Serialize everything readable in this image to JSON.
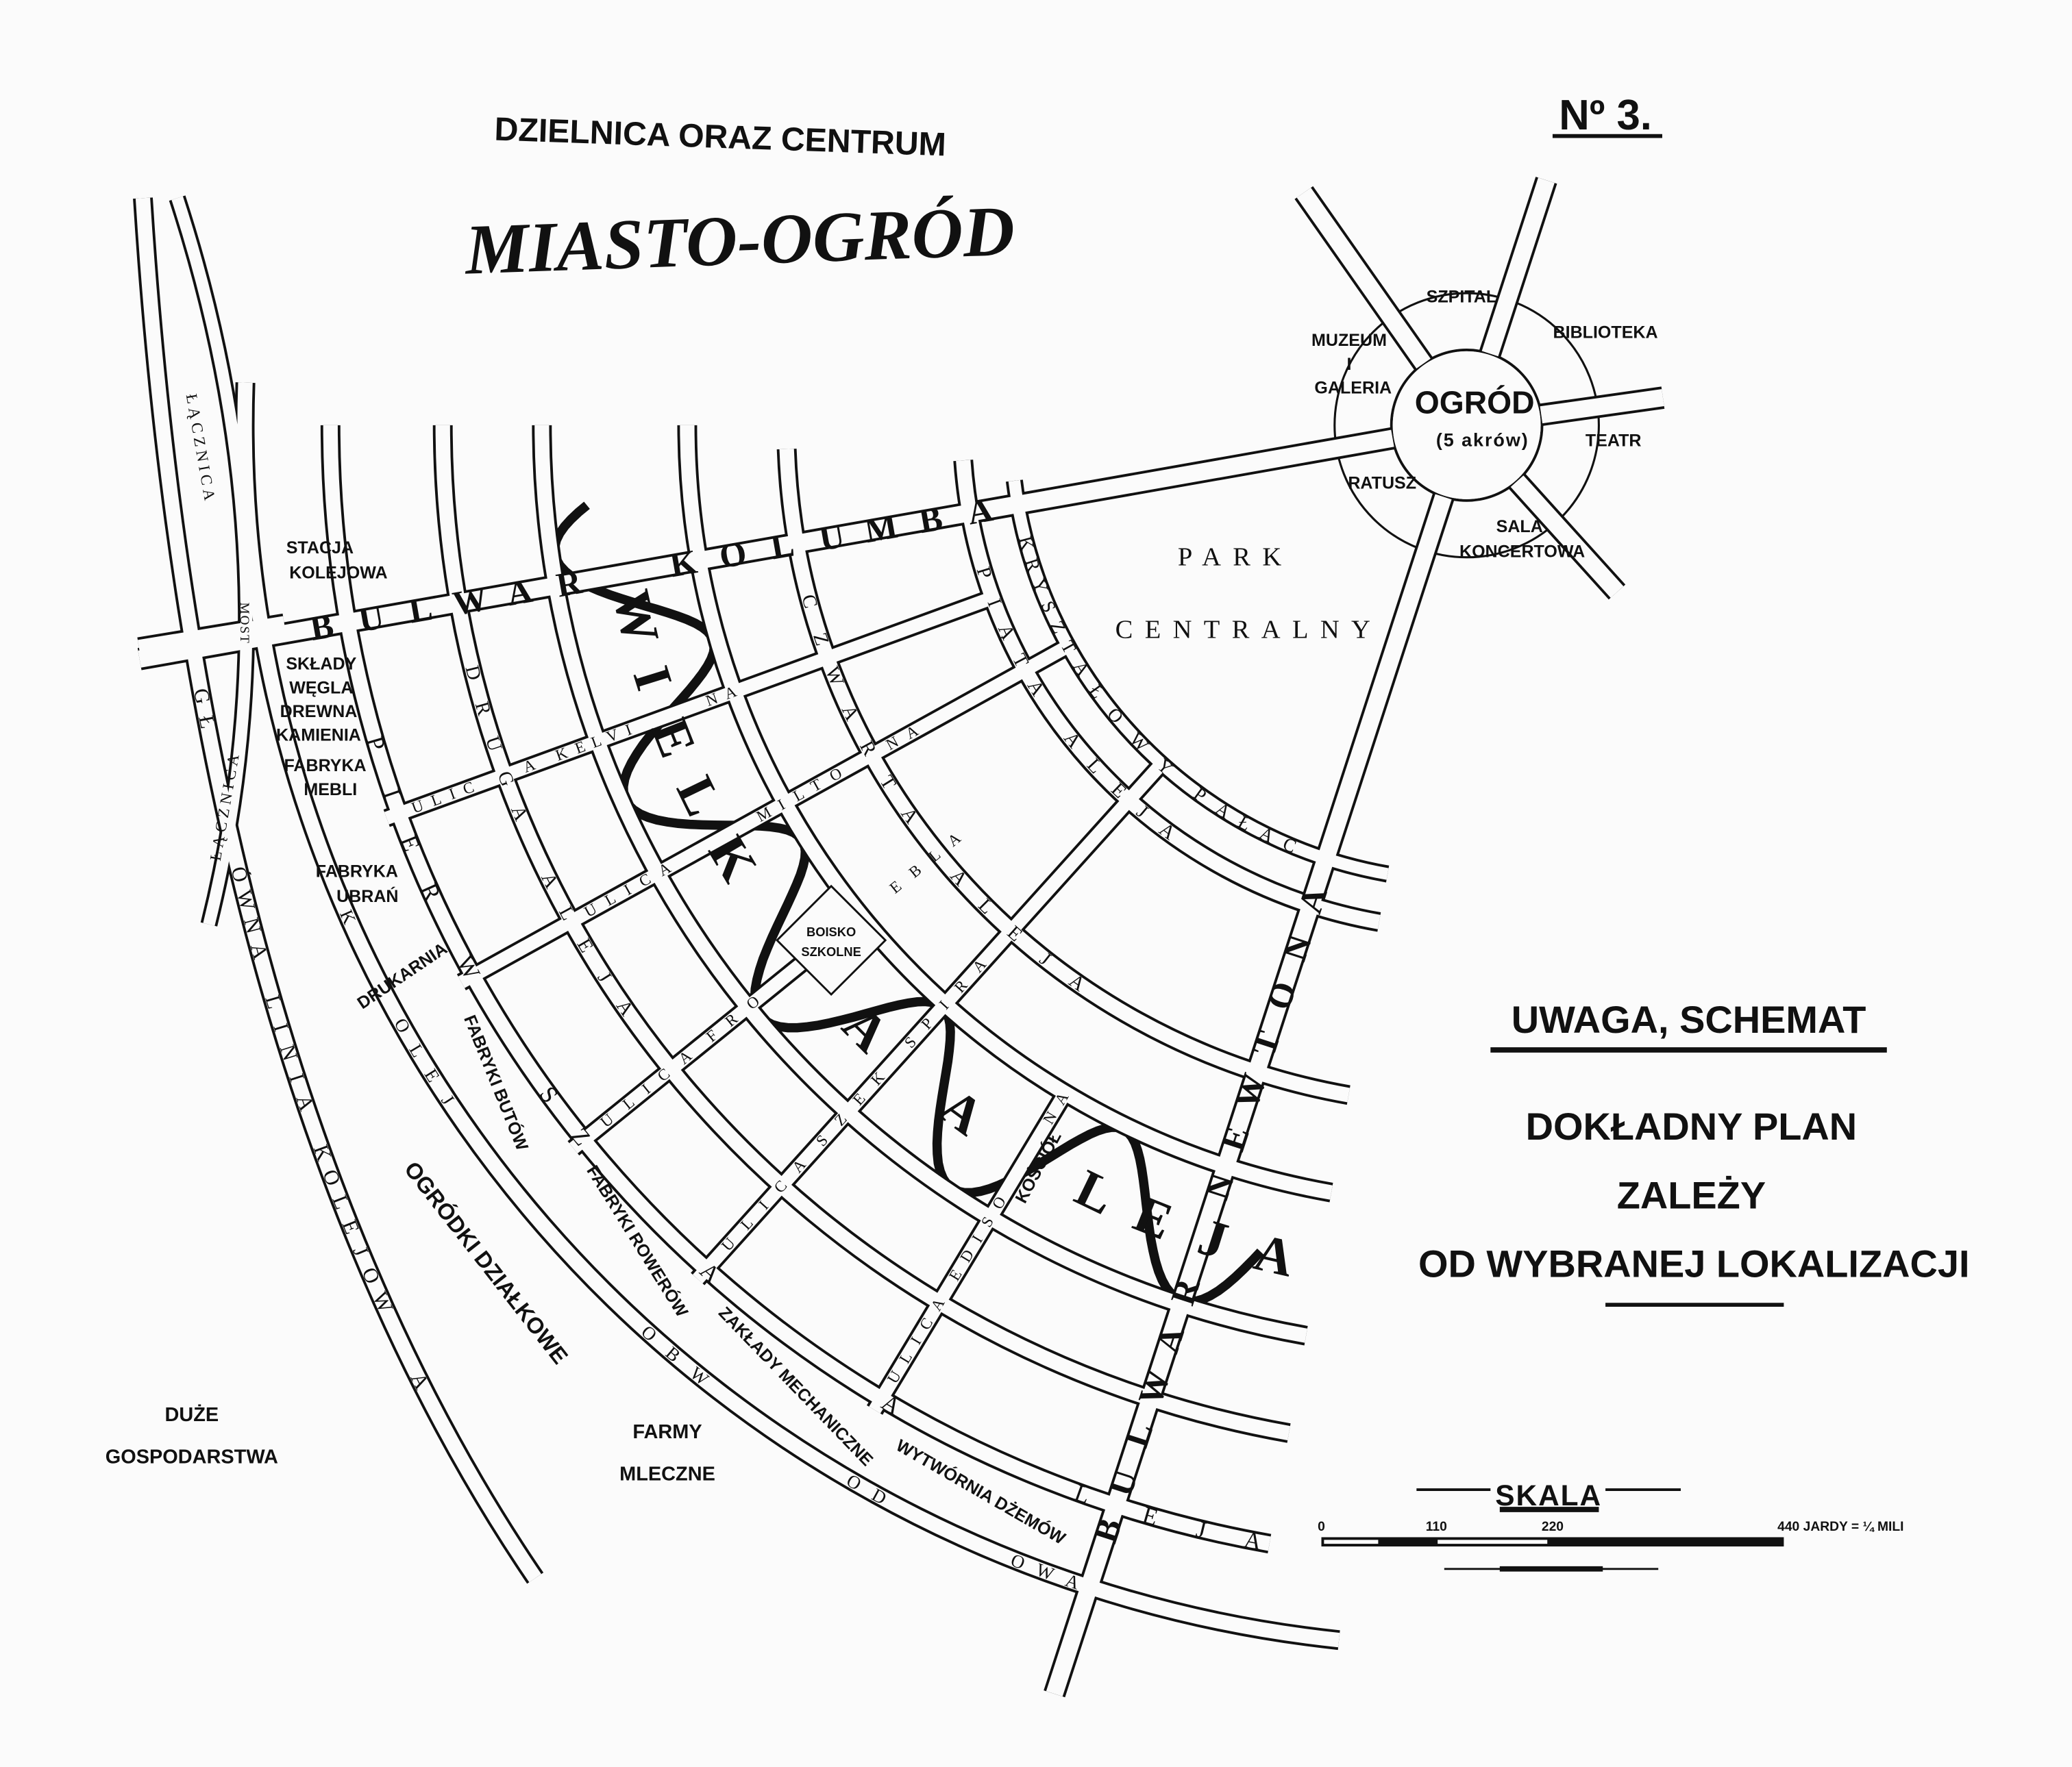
{
  "header": {
    "subtitle": "DZIELNICA ORAZ CENTRUM",
    "title": "MIASTO-OGRÓD",
    "plate_number": "Nº 3."
  },
  "center": {
    "garden": "OGRÓD",
    "garden_size": "(5 akrów)",
    "hospital": "SZPITAL",
    "library": "BIBLIOTEKA",
    "museum_line1": "MUZEUM",
    "museum_line2": "I",
    "museum_line3": "GALERIA",
    "theatre": "TEATR",
    "town_hall": "RATUSZ",
    "concert_line1": "SALA",
    "concert_line2": "KONCERTOWA",
    "park_line1": "PARK",
    "park_line2": "CENTRALNY"
  },
  "buildings": {
    "station_line1": "STACJA",
    "station_line2": "KOLEJOWA",
    "bridge": "MOST",
    "yards": [
      "SKŁADY",
      "WĘGLA",
      "DREWNA",
      "KAMIENIA"
    ],
    "furniture": [
      "FABRYKA",
      "MEBLI"
    ],
    "clothing": [
      "FABRYKA",
      "UBRAŃ"
    ],
    "printing": "DRUKARNIA",
    "shoes": "FABRYKI BUTÓW",
    "bicycles": "FABRYKI ROWERÓW",
    "mechanical": "ZAKŁADY MECHANICZNE",
    "jam": "WYTWÓRNIA DŻEMÓW",
    "playground_line1": "BOISKO",
    "playground_line2": "SZKOLNE",
    "church": "KOŚCIÓŁ"
  },
  "streets": {
    "kolumba": "BULWAR KOLUMBA",
    "newtona": "BULWAR NEWTONA",
    "grand_avenue": "WIELKA ALEJA",
    "crystal_palace": "KRYSZTAŁOWY PAŁAC",
    "fifth": "PIĄTA ALEJA",
    "fourth": "CZWARTA ALEJA",
    "second": "DRUGA ALEJA",
    "first": "PIERWSZA ALEJA",
    "kelvina": "ULICA KELVINA",
    "miltona": "ULICA MILTONA",
    "froebla": "ULICA FROEBLA",
    "szekspira": "ULICA SZEKSPIRA",
    "edisona": "ULICA EDISONA",
    "ring_railway": "KOLEJ OBWODOWA",
    "link_line_1": "ŁĄCZNICA",
    "link_line_2": "ŁĄCZNICA",
    "main_railway": "GŁÓWNA LINIA KOLEJOWA"
  },
  "zones": {
    "allotments": "OGRÓDKI DZIAŁKOWE",
    "farms_line1": "DUŻE",
    "farms_line2": "GOSPODARSTWA",
    "dairy_line1": "FARMY",
    "dairy_line2": "MLECZNE"
  },
  "note": {
    "heading": "UWAGA, SCHEMAT",
    "line1": "DOKŁADNY PLAN",
    "line2": "ZALEŻY",
    "line3": "OD WYBRANEJ LOKALIZACJI"
  },
  "scale": {
    "title": "SKALA",
    "tick0": "0",
    "tick1": "110",
    "tick2": "220",
    "end_label": "440 JARDY = ¼ MILI"
  },
  "colors": {
    "ink": "#111111",
    "paper": "#fbfbfb"
  }
}
